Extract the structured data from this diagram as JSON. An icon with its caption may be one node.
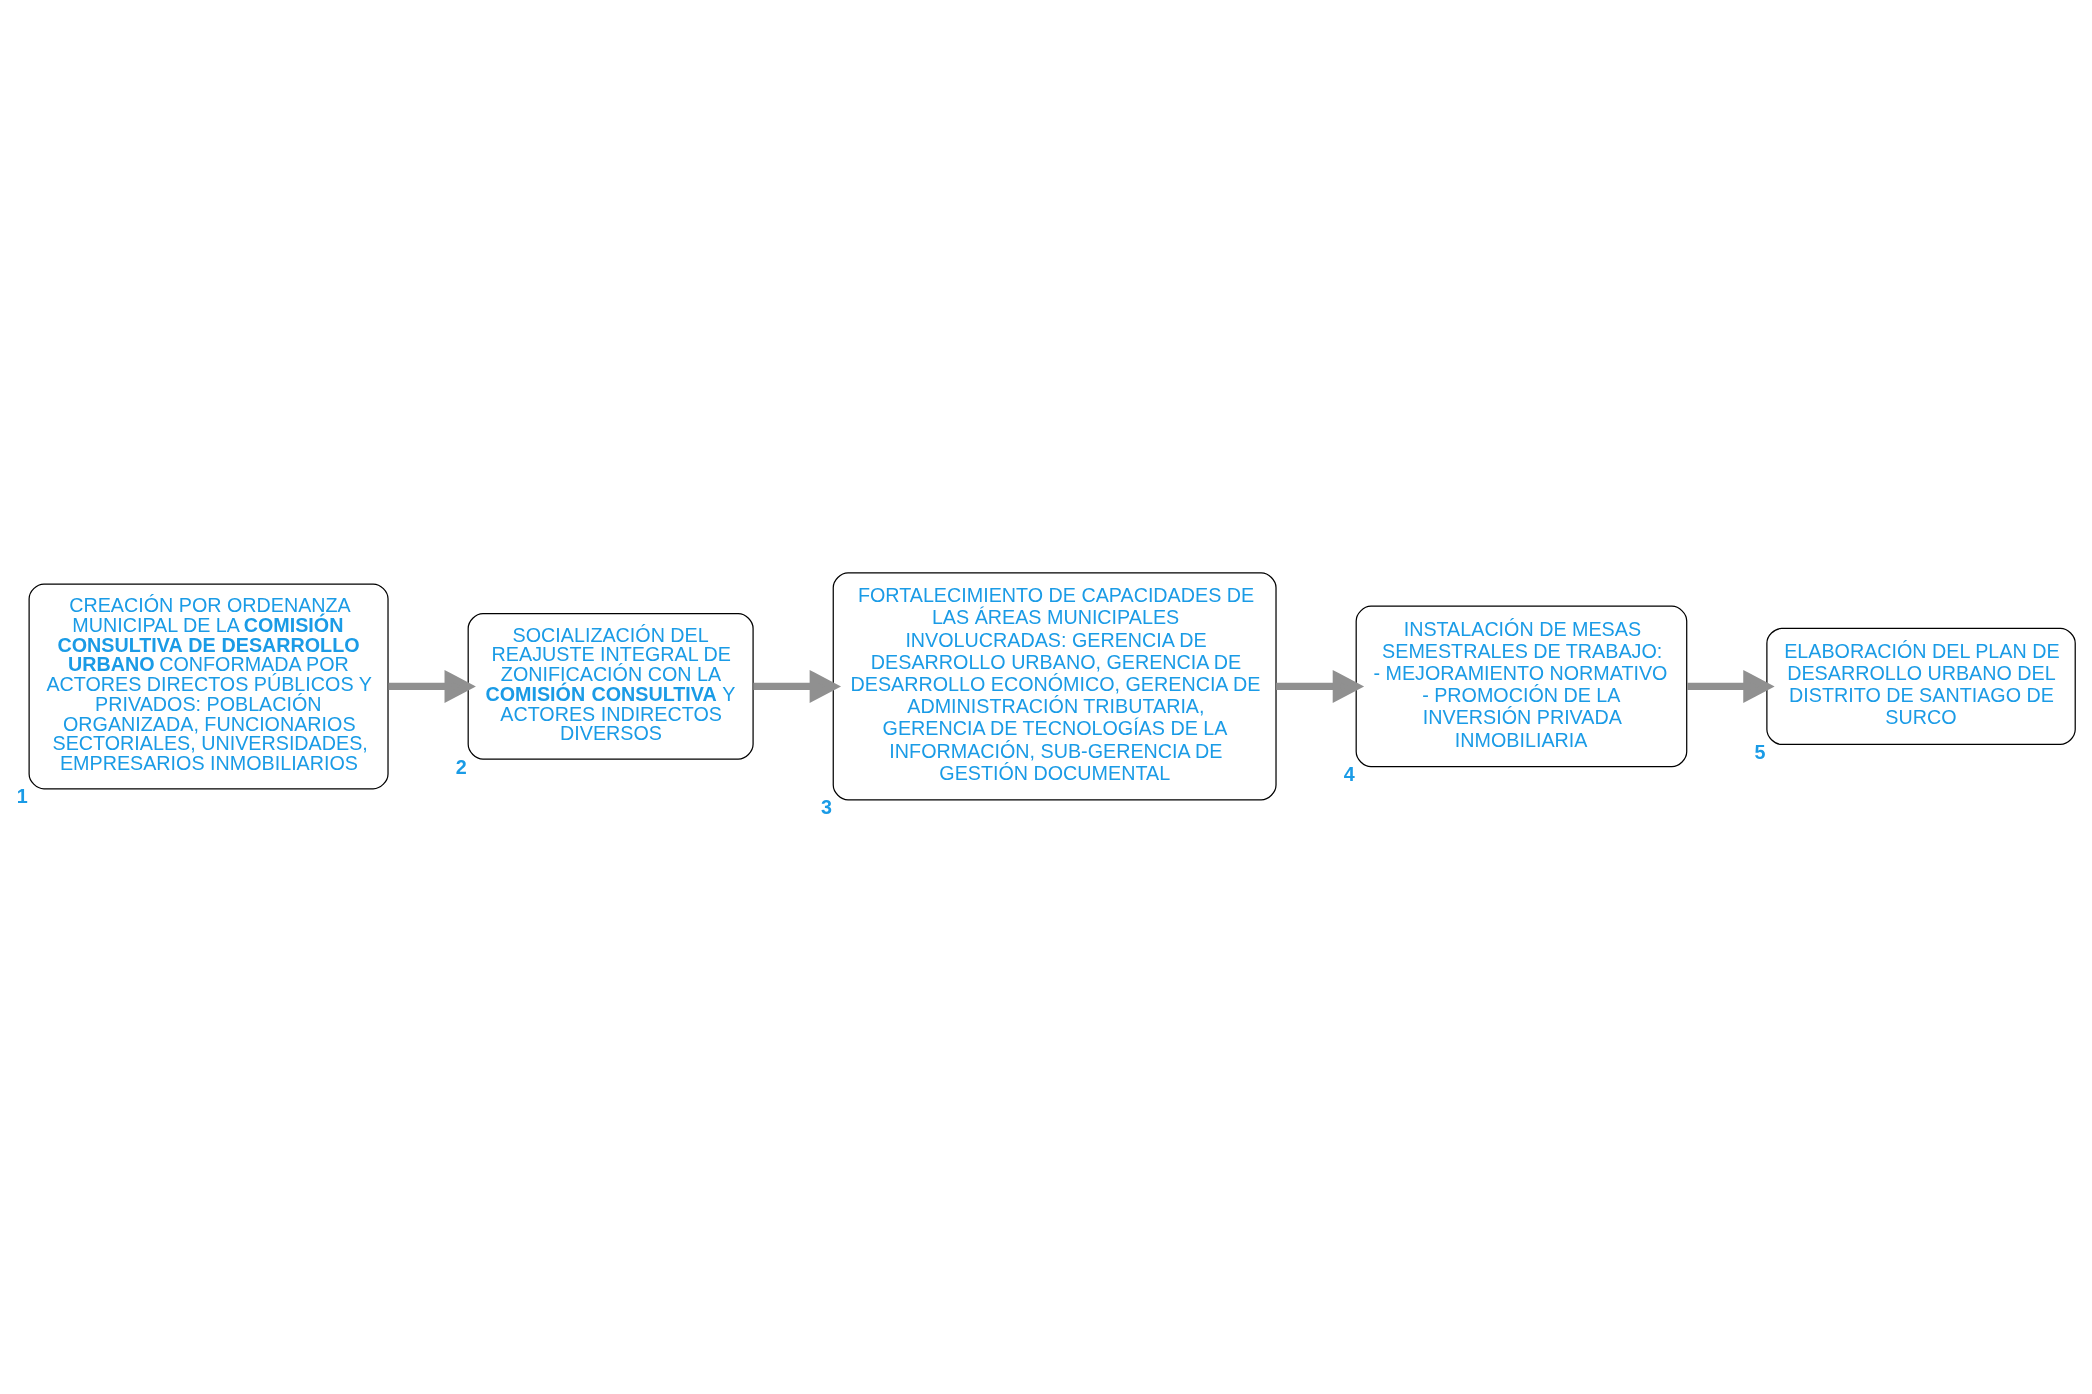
{
  "diagram": {
    "nodes": [
      {
        "text": [
          "CREACIÓN POR ORDENANZA MUNICIPAL DE LA **COMISIÓN CONSULTIVA DE DESARROLLO URBANO** CONFORMADA POR ACTORES DIRECTOS PÚBLICOS Y PRIVADOS: POBLACIÓN ORGANIZADA, FUNCIONARIOS SECTORIALES, UNIVERSIDADES, EMPRESARIOS INMOBILIARIOS"
        ],
        "beside": [
          "1"
        ]
      },
      {
        "text": [
          "SOCIALIZACIÓN DEL REAJUSTE INTEGRAL DE ZONIFICACIÓN CON LA **COMISIÓN CONSULTIVA** Y ACTORES INDIRECTOS DIVERSOS"
        ],
        "beside": [
          "2"
        ]
      },
      {
        "text": [
          "FORTALECIMIENTO DE CAPACIDADES DE LAS ÁREAS MUNICIPALES INVOLUCRADAS: GERENCIA DE DESARROLLO URBANO, GERENCIA DE DESARROLLO ECONÓMICO, GERENCIA DE ADMINISTRACIÓN TRIBUTARIA, GERENCIA DE TECNOLOGÍAS DE LA INFORMACIÓN, SUB-GERENCIA DE GESTIÓN DOCUMENTAL"
        ],
        "beside": [
          "3"
        ]
      },
      {
        "text": [
          "INSTALACIÓN DE MESAS SEMESTRALES DE TRABAJO:",
          "- MEJORAMIENTO NORMATIVO",
          "- PROMOCIÓN DE LA INVERSIÓN PRIVADA INMOBILIARIA"
        ],
        "beside": [
          "4"
        ]
      },
      {
        "text": [
          "ELABORACIÓN DEL PLAN DE DESARROLLO URBANO DEL DISTRITO DE SANTIAGO DE SURCO"
        ],
        "beside": [
          "5"
        ]
      }
    ],
    "edges": [
      {
        "from": 0,
        "to": 1,
        "arrow": "to"
      },
      {
        "from": 1,
        "to": 2,
        "arrow": "to"
      },
      {
        "from": 2,
        "to": 3,
        "arrow": "to"
      },
      {
        "from": 3,
        "to": 4,
        "arrow": "to"
      }
    ]
  }
}
